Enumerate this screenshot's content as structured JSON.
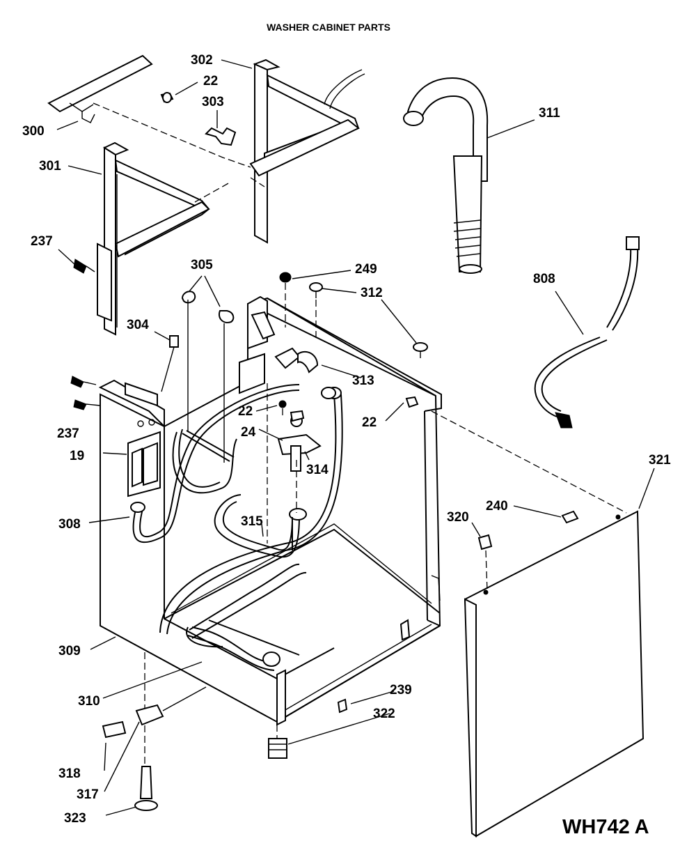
{
  "title": "WASHER CABINET PARTS",
  "model_code": "WH742 A",
  "callouts": {
    "c300": "300",
    "c301": "301",
    "c302": "302",
    "c303": "303",
    "c22_top": "22",
    "c237_top": "237",
    "c237_left": "237",
    "c305": "305",
    "c304": "304",
    "c19": "19",
    "c308": "308",
    "c309": "309",
    "c310": "310",
    "c318": "318",
    "c317": "317",
    "c323": "323",
    "c311": "311",
    "c249": "249",
    "c312": "312",
    "c313": "313",
    "c808": "808",
    "c22_mid": "22",
    "c22_right": "22",
    "c24": "24",
    "c314": "314",
    "c315": "315",
    "c321": "321",
    "c240": "240",
    "c320": "320",
    "c239": "239",
    "c322": "322"
  },
  "colors": {
    "ink": "#000000",
    "paper": "#ffffff"
  }
}
